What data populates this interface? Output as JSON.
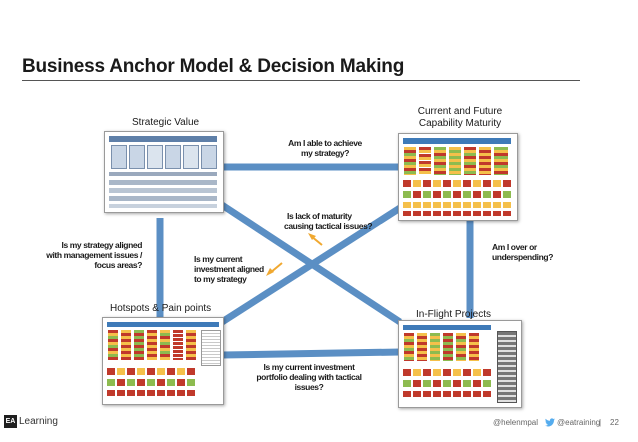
{
  "slide": {
    "title": "Business Anchor Model & Decision Making",
    "page_number": "22"
  },
  "nodes": {
    "strategic_value": "Strategic Value",
    "capability_line1": "Current and Future",
    "capability_line2": "Capability Maturity",
    "hotspots": "Hotspots & Pain points",
    "inflight": "In-Flight Projects"
  },
  "questions": {
    "q_achieve_1": "Am I able to achieve",
    "q_achieve_2": "my strategy?",
    "q_maturity_1": "Is lack of maturity",
    "q_maturity_2": "causing tactical issues?",
    "q_aligned_1": "Is my strategy aligned",
    "q_aligned_2": "with management issues /",
    "q_aligned_3": "focus areas?",
    "q_investment_1": "Is my current",
    "q_investment_2": "investment aligned",
    "q_investment_3": "to my strategy",
    "q_overunder_1": "Am I over or",
    "q_overunder_2": "underspending?",
    "q_portfolio_1": "Is my current investment",
    "q_portfolio_2": "portfolio dealing with tactical",
    "q_portfolio_3": "issues?"
  },
  "footer": {
    "logo": "EA",
    "brand": "Learning",
    "handle1": "@helenmpal",
    "handle2": "@eatraining",
    "separator": "|"
  },
  "colors": {
    "connector": "#5b8fc4",
    "arrow": "#f0a830"
  }
}
